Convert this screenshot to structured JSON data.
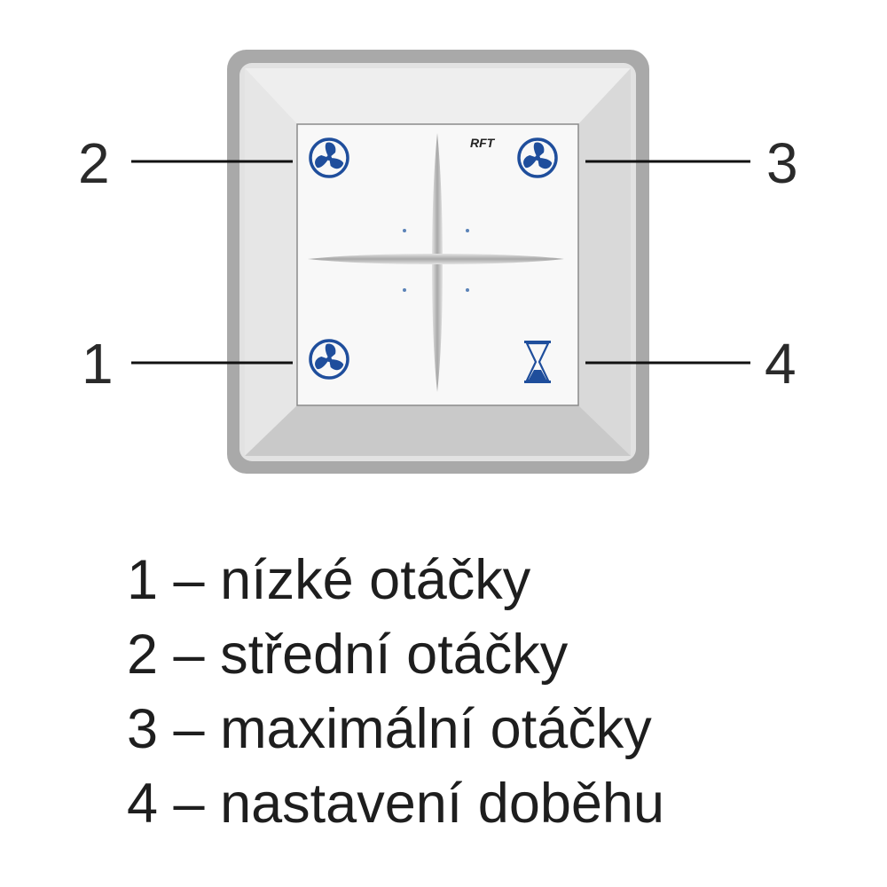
{
  "panel": {
    "brand": "RFT",
    "colors": {
      "icon": "#1f4e9c",
      "frame": "#a9a9a9",
      "bezel": "#d6d6d6",
      "face": "#f8f8f8",
      "cross": "#b4b4b4"
    }
  },
  "callouts": [
    {
      "num": "1",
      "icon": "fan-low-icon"
    },
    {
      "num": "2",
      "icon": "fan-medium-icon"
    },
    {
      "num": "3",
      "icon": "fan-max-icon"
    },
    {
      "num": "4",
      "icon": "hourglass-icon"
    }
  ],
  "legend": [
    "1 – nízké otáčky",
    "2 – střední otáčky",
    "3 – maximální otáčky",
    "4 – nastavení doběhu"
  ]
}
